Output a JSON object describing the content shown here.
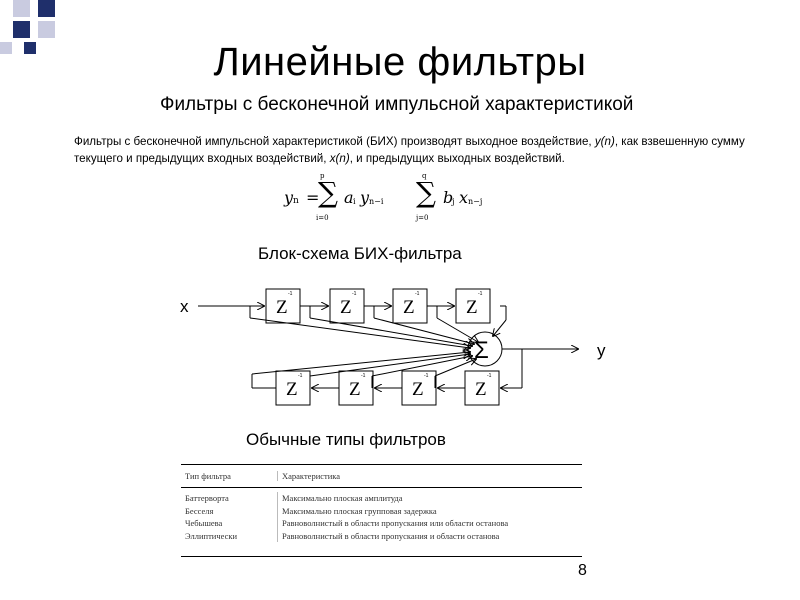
{
  "slide": {
    "title": "Линейные фильтры",
    "subtitle": "Фильтры с бесконечной импульсной характеристикой",
    "paragraph": {
      "part1": "Фильтры с бесконечной импульсной характеристикой (БИХ) производят выходное воздействие, ",
      "y_term": "y(n)",
      "part2": ", как взвешенную сумму текущего и предыдущих входных воздействий, ",
      "x_term": "x(n)",
      "part3": ", и предыдущих выходных воздействий."
    },
    "formula": {
      "lhs": "y",
      "lhs_sub": "n",
      "equals": "=",
      "sum_symbol": "∑",
      "sum1_top": "p",
      "sum1_bottom": "i=0",
      "term1": "a",
      "term1_sub": "i",
      "term1b": "y",
      "term1b_sub": "n−i",
      "sum2_top": "q",
      "sum2_bottom": "j=0",
      "term2": "b",
      "term2_sub": "j",
      "term2b": "x",
      "term2b_sub": "n−j"
    },
    "block_diagram_title": "Блок-схема БИХ-фильтра",
    "diagram": {
      "input_label": "x",
      "output_label": "y",
      "delay_label": "Z",
      "delay_exp": "-1",
      "sum_symbol": "Σ"
    },
    "table_title": "Обычные типы фильтров",
    "table": {
      "headers": [
        "Тип фильтра",
        "Характеристика"
      ],
      "types": [
        "Баттерворта",
        "Бесселя",
        "Чебышева",
        "Эллиптически"
      ],
      "characteristics": [
        "Максимально плоская амплитуда",
        "Максимально плоская групповая задержка",
        "Равноволнистый в области пропускания или области останова",
        "Равноволнистый в области пропускания и области останова"
      ]
    },
    "page_number": "8"
  },
  "colors": {
    "corner_dark": "#1f2f6b",
    "corner_light": "#c9cbe0"
  }
}
